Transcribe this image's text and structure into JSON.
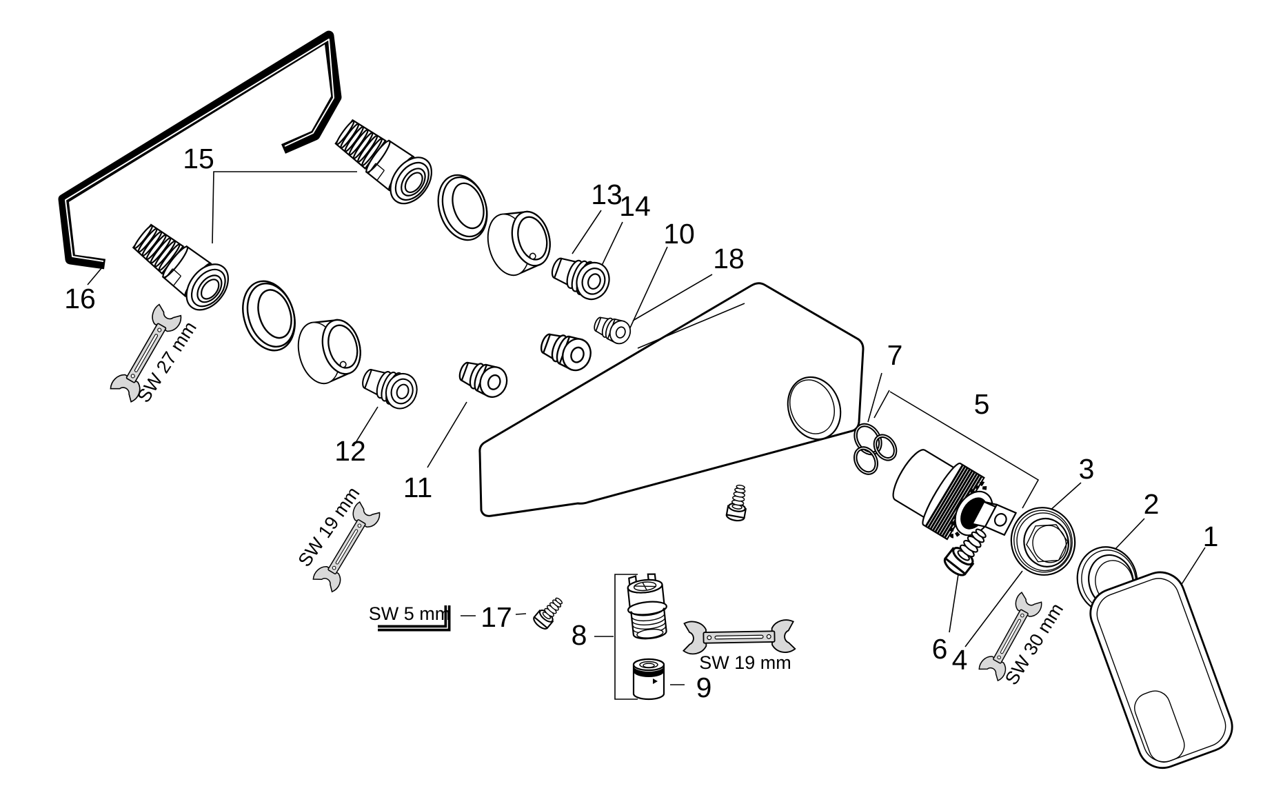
{
  "colors": {
    "line": "#000000",
    "tool_fill": "#d9d9d9",
    "background": "#ffffff"
  },
  "part_labels": {
    "n1": "1",
    "n2": "2",
    "n3": "3",
    "n4": "4",
    "n5": "5",
    "n6": "6",
    "n7": "7",
    "n8": "8",
    "n9": "9",
    "n10": "10",
    "n11": "11",
    "n12": "12",
    "n13": "13",
    "n14": "14",
    "n15": "15",
    "n16": "16",
    "n17": "17",
    "n18": "18"
  },
  "tool_labels": {
    "sw27": "SW 27 mm",
    "sw19_upper": "SW 19 mm",
    "sw19_lower": "SW 19 mm",
    "sw5": "SW 5 mm",
    "sw30": "SW 30 mm"
  }
}
